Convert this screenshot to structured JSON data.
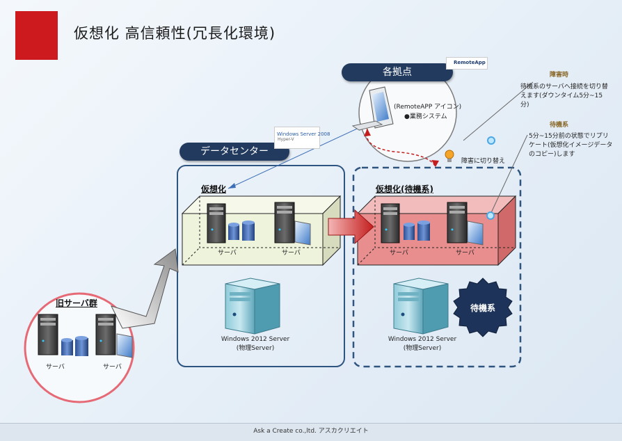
{
  "title": "仮想化 高信頼性(冗長化環境)",
  "locations_label": "各拠点",
  "datacenter_label": "データセンター",
  "virtualization_label": "仮想化",
  "standby_virtualization_label": "仮想化(待機系)",
  "old_servers_label": "旧サーバ群",
  "server_label": "サーバ",
  "physical_server_left": [
    "Windows 2012 Server",
    "(物理Server)"
  ],
  "physical_server_right": [
    "Windows 2012 Server",
    "(物理Server)"
  ],
  "standby_badge": "待機系",
  "remoteapp_icon_text": "(RemoteAPP アイコン)",
  "business_system_text": "●業務システム",
  "failover_label": "障害に切り替え",
  "fault_title": "障害時",
  "fault_text": "待機系のサーバへ接続を切り替えます(ダウンタイム5分~15分)",
  "standby_title": "待機系",
  "standby_text": "5分~15分前の状態でリプリケート(仮想化イメージデータのコピー)します",
  "ws_logo_text": "Windows Server 2008",
  "ws_logo_sub": "Hyper-V",
  "remoteapp_logo_text": "RemoteApp",
  "footer": "Ask a Create co.,ltd.  アスカクリエイト",
  "colors": {
    "accent": "#cc1a1f",
    "navy": "#213a5e",
    "box_border": "#2e5480",
    "front_green": "#eef3dc",
    "front_red": "#e88e8e",
    "circle_red": "#e56a75"
  }
}
